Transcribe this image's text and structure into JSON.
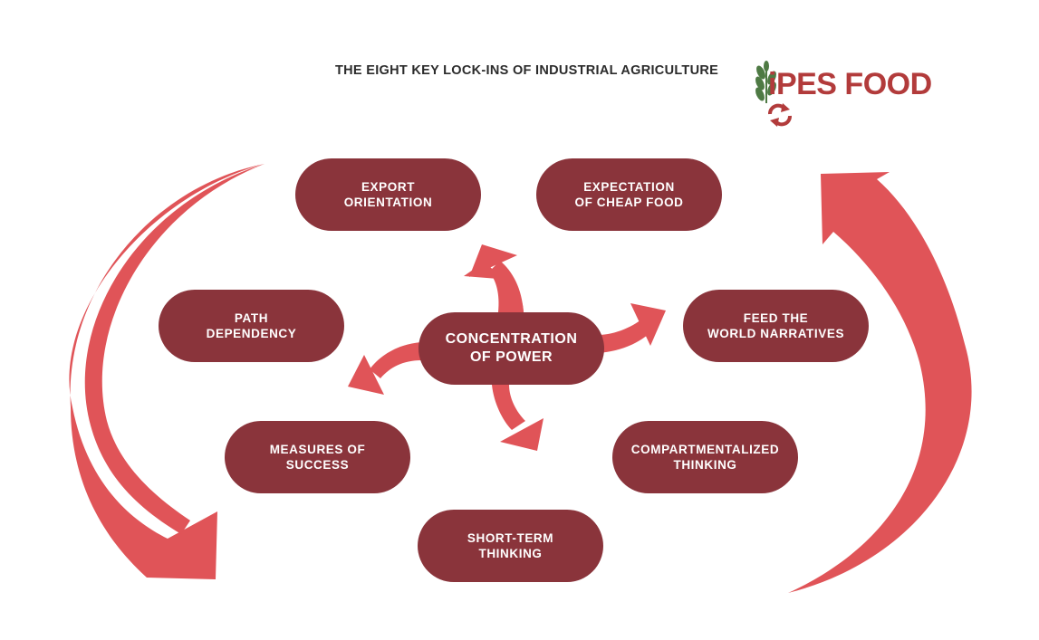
{
  "title": "THE EIGHT KEY LOCK-INS OF INDUSTRIAL AGRICULTURE",
  "logo": {
    "text": "iPES FOOD",
    "colors": {
      "text": "#b23b3b",
      "leaf": "#4e7a44",
      "cycle": "#b23b3b"
    }
  },
  "colors": {
    "pill": "#8a343b",
    "arrow": "#e05458",
    "pill_text": "#ffffff"
  },
  "nodes": {
    "center": "CONCENTRATION\nOF POWER",
    "export": "EXPORT\nORIENTATION",
    "cheap_food": "EXPECTATION\nOF CHEAP FOOD",
    "path": "PATH\nDEPENDENCY",
    "feed": "FEED THE\nWORLD NARRATIVES",
    "measures": "MEASURES OF\nSUCCESS",
    "compartment": "COMPARTMENTALIZED\nTHINKING",
    "short_term": "SHORT-TERM\nTHINKING"
  }
}
